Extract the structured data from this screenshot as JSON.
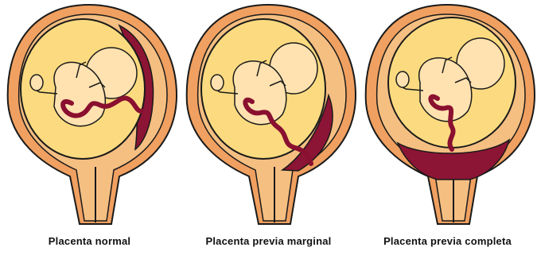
{
  "colors": {
    "uterus": "#F0A060",
    "uterus_inner": "#F5BF82",
    "amniotic": "#FCDB80",
    "skin": "#FFE2B0",
    "cord": "#8A1030",
    "placenta": "#8C1434",
    "outline": "#1A1A1A"
  },
  "panels": [
    {
      "caption": "Placenta normal",
      "placenta_position": "fundal"
    },
    {
      "caption": "Placenta previa marginal",
      "placenta_position": "marginal"
    },
    {
      "caption": "Placenta previa completa",
      "placenta_position": "complete"
    }
  ]
}
